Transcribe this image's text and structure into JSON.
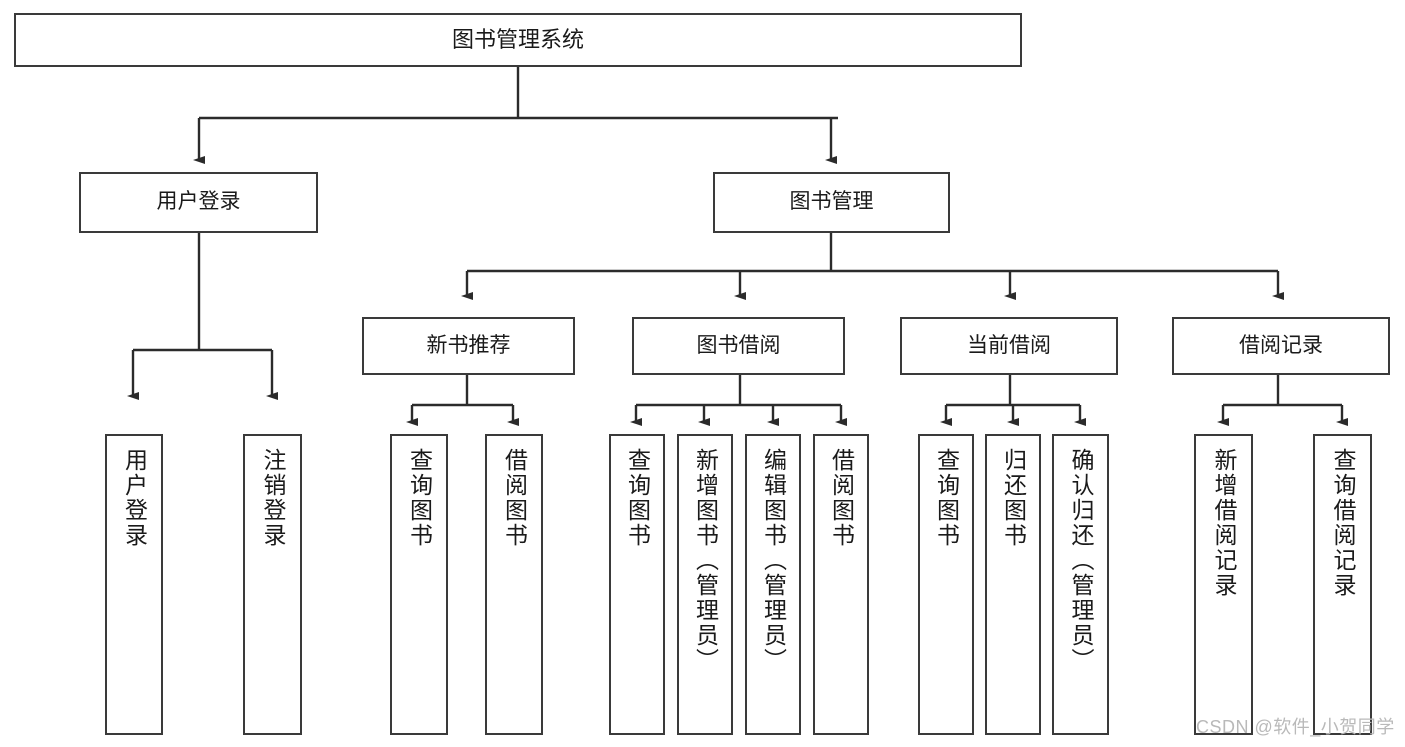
{
  "diagram": {
    "title": "图书管理系统",
    "type": "tree",
    "root": {
      "label": "图书管理系统"
    },
    "level1": [
      {
        "label": "用户登录"
      },
      {
        "label": "图书管理"
      }
    ],
    "level2": [
      {
        "label": "新书推荐"
      },
      {
        "label": "图书借阅"
      },
      {
        "label": "当前借阅"
      },
      {
        "label": "借阅记录"
      }
    ],
    "leaves": {
      "user_login": [
        {
          "label": "用户登录"
        },
        {
          "label": "注销登录"
        }
      ],
      "new_book_recommend": [
        {
          "label": "查询图书"
        },
        {
          "label": "借阅图书"
        }
      ],
      "book_borrow": [
        {
          "label": "查询图书"
        },
        {
          "label": "新增图书（管理员）"
        },
        {
          "label": "编辑图书（管理员）"
        },
        {
          "label": "借阅图书"
        }
      ],
      "current_borrow": [
        {
          "label": "查询图书"
        },
        {
          "label": "归还图书"
        },
        {
          "label": "确认归还（管理员）"
        }
      ],
      "borrow_records": [
        {
          "label": "新增借阅记录"
        },
        {
          "label": "查询借阅记录"
        }
      ]
    }
  },
  "watermark": {
    "text": "CSDN @软件_小贺同学"
  },
  "colors": {
    "border": "#3a3a3a",
    "background": "#ffffff",
    "text": "#1a1a1a",
    "watermark": "#b9b9b9"
  }
}
